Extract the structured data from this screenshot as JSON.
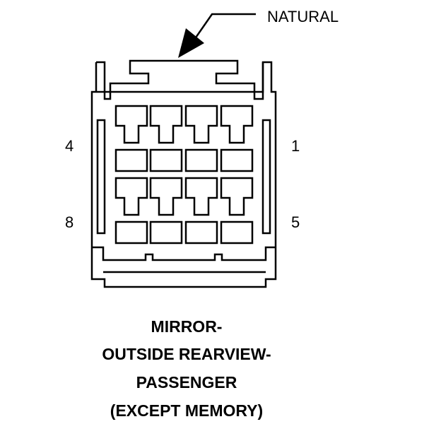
{
  "connector": {
    "color_label": "NATURAL",
    "pins": {
      "top_left": "4",
      "top_right": "1",
      "bottom_left": "8",
      "bottom_right": "5"
    },
    "title_lines": [
      "MIRROR-",
      "OUTSIDE REARVIEW-",
      "PASSENGER",
      "(EXCEPT MEMORY)"
    ]
  }
}
